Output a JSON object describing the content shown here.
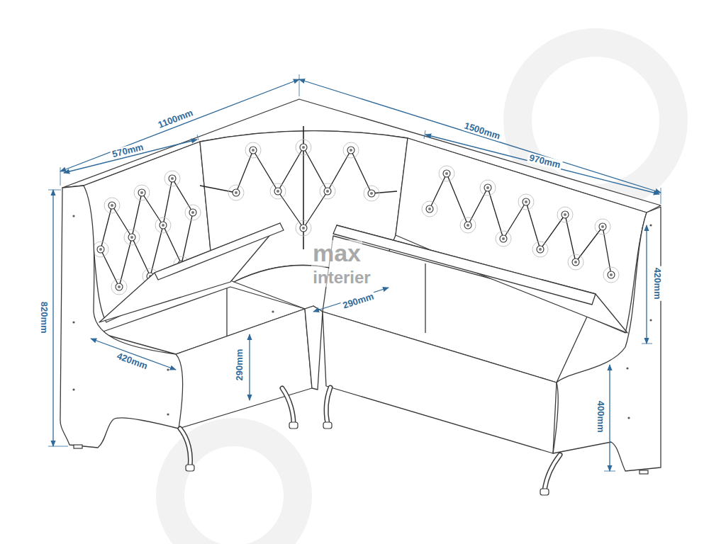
{
  "diagram": {
    "labels": [
      "1100mm",
      "570mm",
      "1500mm",
      "970mm",
      "820mm",
      "420mm",
      "290mm",
      "290mm",
      "420mm",
      "400mm",
      "max",
      "interier"
    ]
  }
}
